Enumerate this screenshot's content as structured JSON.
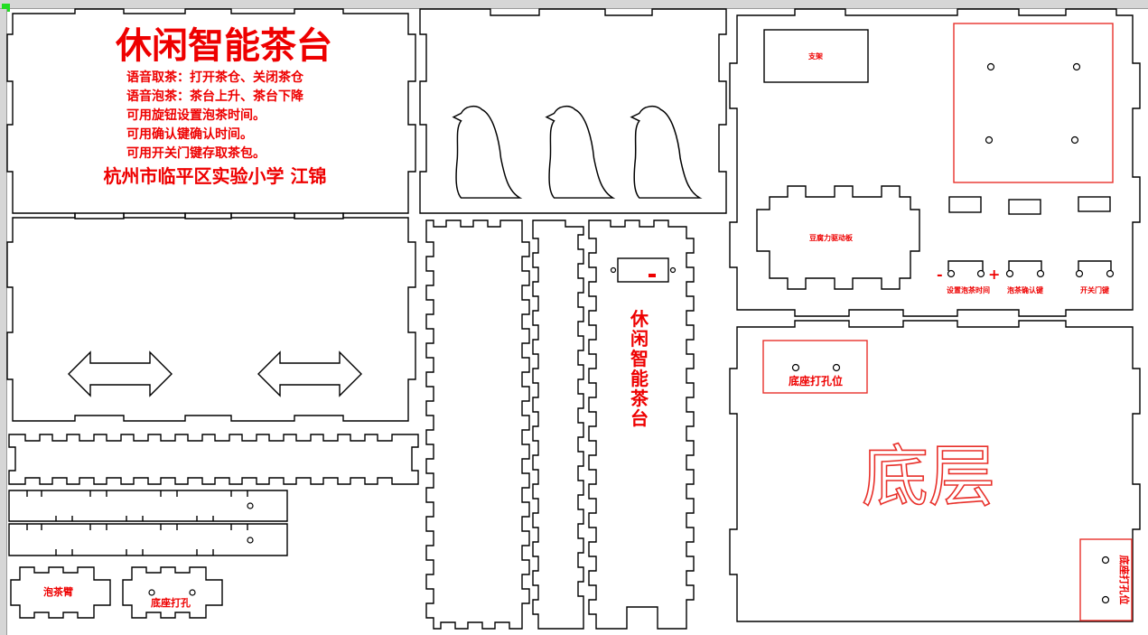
{
  "panel_top_left": {
    "title": "休闲智能茶台",
    "lines": [
      "语音取茶：打开茶仓、关闭茶仓",
      "语音泡茶：茶台上升、茶台下降",
      "可用旋钮设置泡茶时间。",
      "可用确认键确认时间。",
      "可用开关门键存取茶包。"
    ],
    "credit": "杭州市临平区实验小学 江锦"
  },
  "side_strip": {
    "label": "休闲智能茶台"
  },
  "small_parts": {
    "label_1": "泡茶臂",
    "label_2": "底座打孔"
  },
  "right_top_panel": {
    "bracket_label": "支架",
    "board_label": "豆腐力驱动板",
    "button_labels": [
      "设置泡茶时间",
      "泡茶确认键",
      "开关门键"
    ],
    "minus_sign": "-",
    "plus_sign": "+"
  },
  "bottom_panel": {
    "title": "底层",
    "hole_label_1": "底座打孔位",
    "hole_label_2": "底座打孔位"
  },
  "colors": {
    "cut_line": "#000000",
    "engrave": "#ee0000",
    "guide": "#e8302a"
  },
  "icons": [
    "penguin-icon",
    "double-arrow-icon"
  ]
}
